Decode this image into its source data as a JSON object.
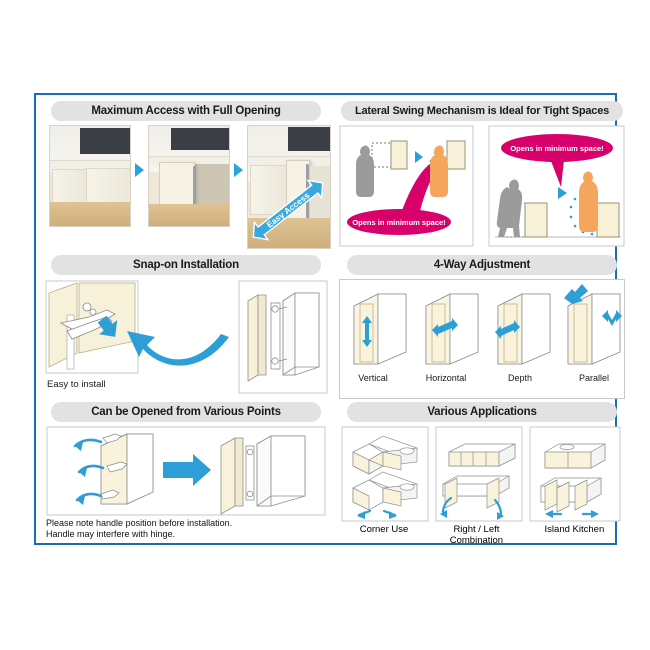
{
  "document": {
    "type": "product-feature-infographic",
    "background_color": "#ffffff",
    "border_color": "#1a6db0"
  },
  "panels": {
    "max_access": {
      "title": "Maximum Access with Full Opening",
      "badge": "Easy Access",
      "photo_count": 3
    },
    "lateral_swing": {
      "title": "Lateral Swing Mechanism is Ideal for Tight Spaces",
      "bubble_left": "Opens in minimum space!",
      "bubble_right": "Opens in minimum space!"
    },
    "snap_on": {
      "title": "Snap-on Installation",
      "caption": "Easy to install"
    },
    "four_way": {
      "title": "4-Way Adjustment",
      "labels": [
        "Vertical",
        "Horizontal",
        "Depth",
        "Parallel"
      ]
    },
    "various_points": {
      "title": "Can be Opened from Various Points",
      "note_line1": "Please note handle position before installation.",
      "note_line2": "Handle may interfere with hinge."
    },
    "applications": {
      "title": "Various Applications",
      "items": [
        {
          "line1": "Corner Use",
          "line2": ""
        },
        {
          "line1": "Right / Left",
          "line2": "Combination"
        },
        {
          "line1": "Island Kitchen",
          "line2": ""
        }
      ]
    }
  },
  "colors": {
    "accent_blue": "#2aa4e0",
    "arrow_blue": "#2e9fd6",
    "magenta": "#d8006b",
    "orange_figure": "#f5a55c",
    "gray_figure": "#9b9b9b",
    "panel_pill": "#e2e2e2",
    "cabinet_cream": "#f7f1da"
  }
}
